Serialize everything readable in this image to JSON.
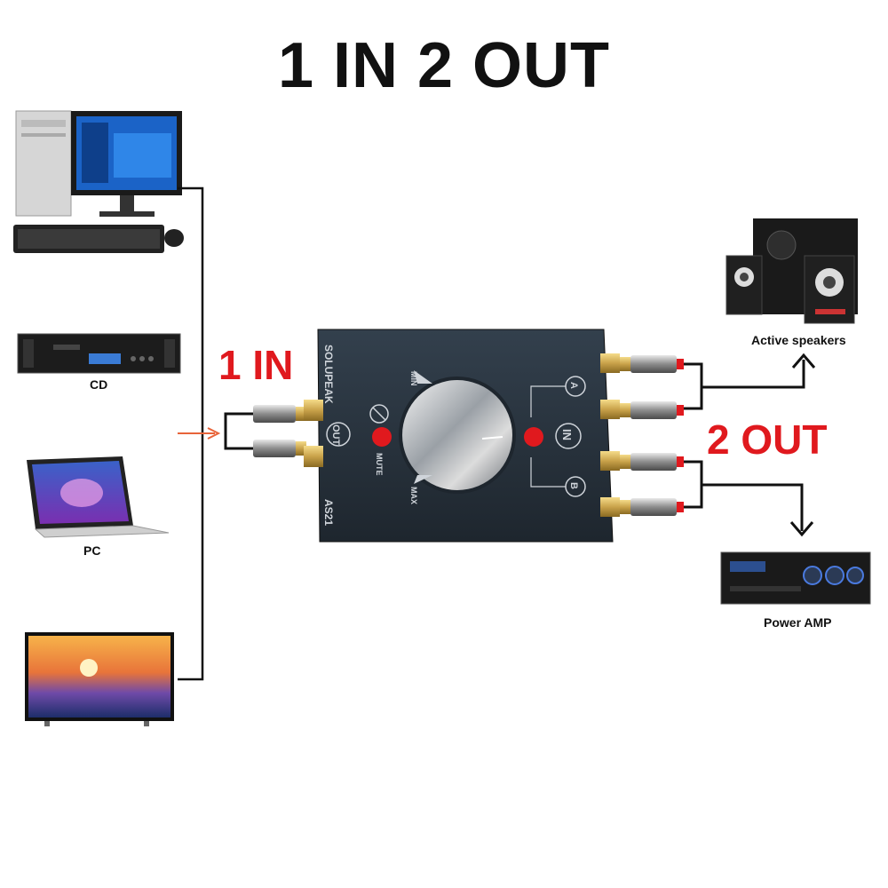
{
  "title": "1 IN 2 OUT",
  "input_label": "1 IN",
  "output_label": "2 OUT",
  "sources": [
    {
      "name": "desktop-computer-icon",
      "label": ""
    },
    {
      "name": "cd-player-icon",
      "label": "CD"
    },
    {
      "name": "laptop-icon",
      "label": "PC"
    },
    {
      "name": "television-icon",
      "label": ""
    }
  ],
  "outputs": [
    {
      "name": "speakers-icon",
      "label": "Active speakers"
    },
    {
      "name": "amplifier-icon",
      "label": "Power AMP"
    }
  ],
  "device": {
    "brand": "SOLUPEAK",
    "model": "AS21",
    "out_label": "OUT",
    "in_label": "IN",
    "mute_label": "MUTE",
    "min_label": "MIN",
    "max_label": "MAX",
    "port_a": "A",
    "port_b": "B"
  },
  "colors": {
    "accent_red": "#e0191e",
    "device_body": "#2a3440",
    "arrow_orange": "#e8643a"
  }
}
